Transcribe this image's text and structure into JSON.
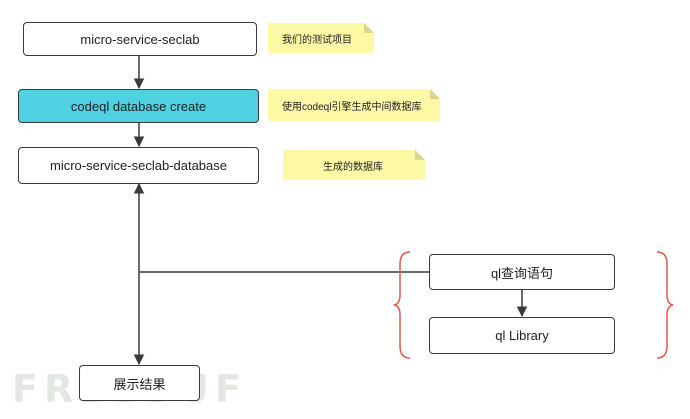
{
  "nodes": {
    "project": "micro-service-seclab",
    "create": "codeql database create",
    "database": "micro-service-seclab-database",
    "query": "ql查询语句",
    "library": "ql Library",
    "result": "展示结果"
  },
  "notes": {
    "project": "我们的测试项目",
    "create": "使用codeql引擎生成中间数据库",
    "database": "生成的数据库"
  },
  "watermark": "FREEBUF",
  "colors": {
    "highlight": "#4fd0e3",
    "note": "#fcf8a6",
    "line": "#3a3a3a",
    "brace": "#e05a4f"
  }
}
